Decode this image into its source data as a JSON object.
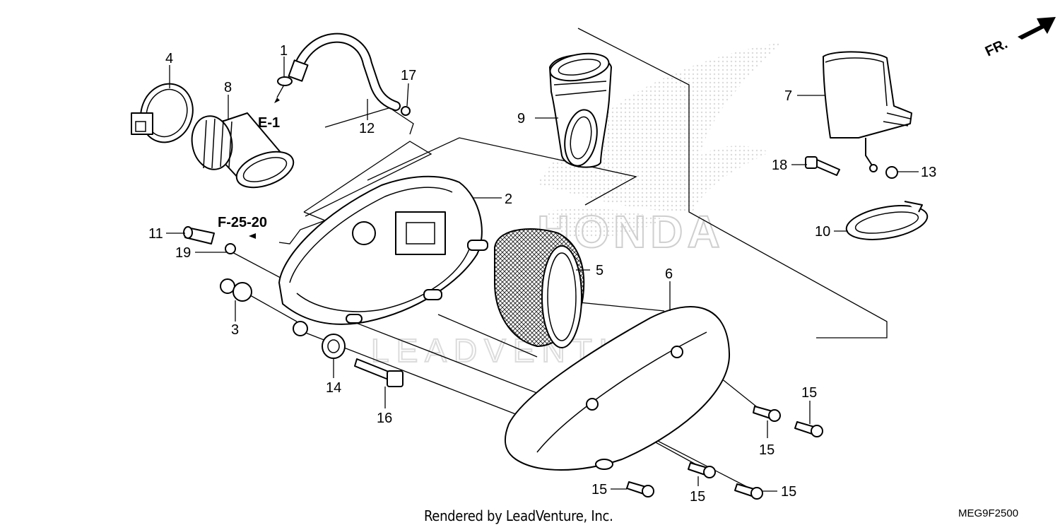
{
  "diagram": {
    "callouts": {
      "c1": "1",
      "c2": "2",
      "c3": "3",
      "c4": "4",
      "c5": "5",
      "c6": "6",
      "c7": "7",
      "c8": "8",
      "c9": "9",
      "c10": "10",
      "c11": "11",
      "c12": "12",
      "c13": "13",
      "c14": "14",
      "c15a": "15",
      "c15b": "15",
      "c15c": "15",
      "c15d": "15",
      "c15e": "15",
      "c16": "16",
      "c17": "17",
      "c18": "18",
      "c19": "19"
    },
    "refs": {
      "e1": "E-1",
      "f25": "F-25-20"
    },
    "direction_label": "FR.",
    "watermark_brand": "HONDA",
    "watermark_site": "LEADVENTURE",
    "footer": "Rendered by LeadVenture, Inc.",
    "code": "MEG9F2500"
  },
  "colors": {
    "ink": "#000000",
    "watermark": "#d9d9d9",
    "paper": "#ffffff"
  }
}
